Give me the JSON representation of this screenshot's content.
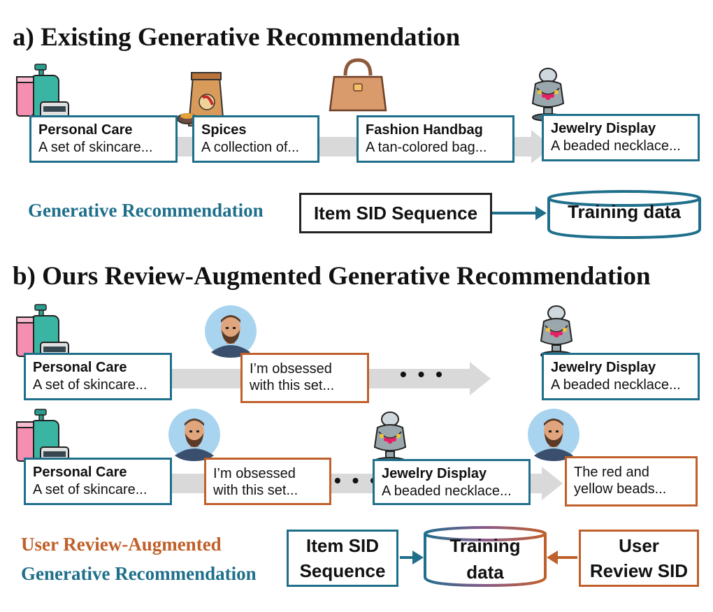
{
  "section_a": {
    "heading": "a) Existing Generative Recommendation",
    "items": [
      {
        "title": "Personal Care",
        "desc": "A set of skincare..."
      },
      {
        "title": "Spices",
        "desc": "A collection of..."
      },
      {
        "title": "Fashion Handbag",
        "desc": "A tan-colored bag..."
      },
      {
        "title": "Jewelry Display",
        "desc": "A beaded necklace..."
      }
    ],
    "flow_label": "Generative Recommendation",
    "seq_box": "Item SID Sequence",
    "train_box": "Training data"
  },
  "section_b": {
    "heading": "b) Ours Review-Augmented Generative Recommendation",
    "row1": {
      "item1": {
        "title": "Personal Care",
        "desc": "A set of skincare..."
      },
      "review": {
        "line1": "I’m obsessed",
        "line2": "with this set..."
      },
      "ellipsis": "• • •",
      "item2": {
        "title": "Jewelry Display",
        "desc": "A beaded necklace..."
      }
    },
    "row2": {
      "item1": {
        "title": "Personal Care",
        "desc": "A set of skincare..."
      },
      "review1": {
        "line1": "I’m obsessed",
        "line2": "with this set..."
      },
      "ellipsis": "• • •",
      "item2": {
        "title": "Jewelry Display",
        "desc": "A beaded necklace..."
      },
      "review2": {
        "line1": "The red and",
        "line2": "yellow beads..."
      }
    },
    "flow_label_line1": "User Review-Augmented",
    "flow_label_line2": "Generative Recommendation",
    "seq_box": {
      "line1": "Item SID",
      "line2": "Sequence"
    },
    "train_box": {
      "line1": "Training",
      "line2": "data"
    },
    "review_box": {
      "line1": "User",
      "line2": "Review SID"
    }
  },
  "colors": {
    "blue": "#1f6f8b",
    "orange": "#c0602a",
    "arrow_grey": "#d9d9d9"
  }
}
